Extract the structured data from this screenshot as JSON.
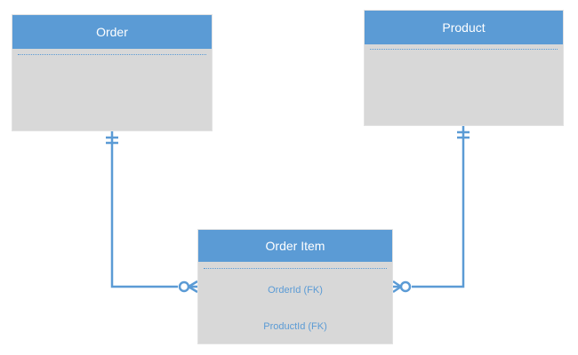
{
  "entities": {
    "order": {
      "title": "Order",
      "attributes": []
    },
    "product": {
      "title": "Product",
      "attributes": []
    },
    "order_item": {
      "title": "Order Item",
      "attributes": [
        "OrderId (FK)",
        "ProductId (FK)"
      ]
    }
  },
  "relationships": [
    {
      "from": "Order",
      "to": "Order Item",
      "from_cardinality": "one-and-only-one",
      "to_cardinality": "zero-or-many"
    },
    {
      "from": "Product",
      "to": "Order Item",
      "from_cardinality": "one-and-only-one",
      "to_cardinality": "zero-or-many"
    }
  ],
  "colors": {
    "header": "#5b9bd5",
    "body": "#d8d8d8",
    "connector": "#5b9bd5",
    "attribute_text": "#5b9bd5"
  }
}
